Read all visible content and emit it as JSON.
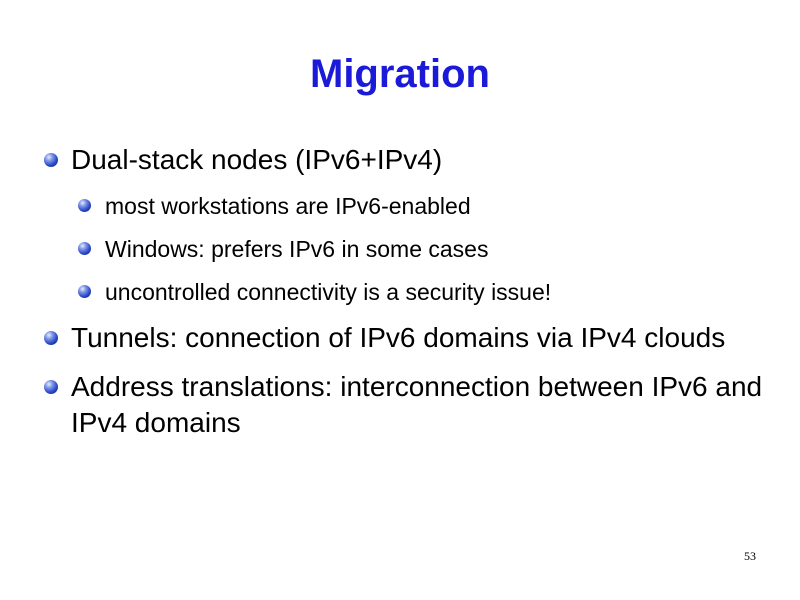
{
  "slide": {
    "title": "Migration",
    "page_number": "53",
    "bullets": [
      {
        "text": "Dual-stack nodes (IPv6+IPv4)",
        "sub": [
          "most workstations are IPv6-enabled",
          "Windows: prefers IPv6 in some cases",
          "uncontrolled connectivity is a security issue!"
        ]
      },
      {
        "text": "Tunnels: connection of IPv6 domains via IPv4 clouds"
      },
      {
        "text": "Address translations: interconnection between IPv6 and IPv4 domains"
      }
    ],
    "colors": {
      "title": "#1a1ad8",
      "bullet": "#2a46c4"
    },
    "bullet_icon": "blue-sphere-bullet"
  }
}
